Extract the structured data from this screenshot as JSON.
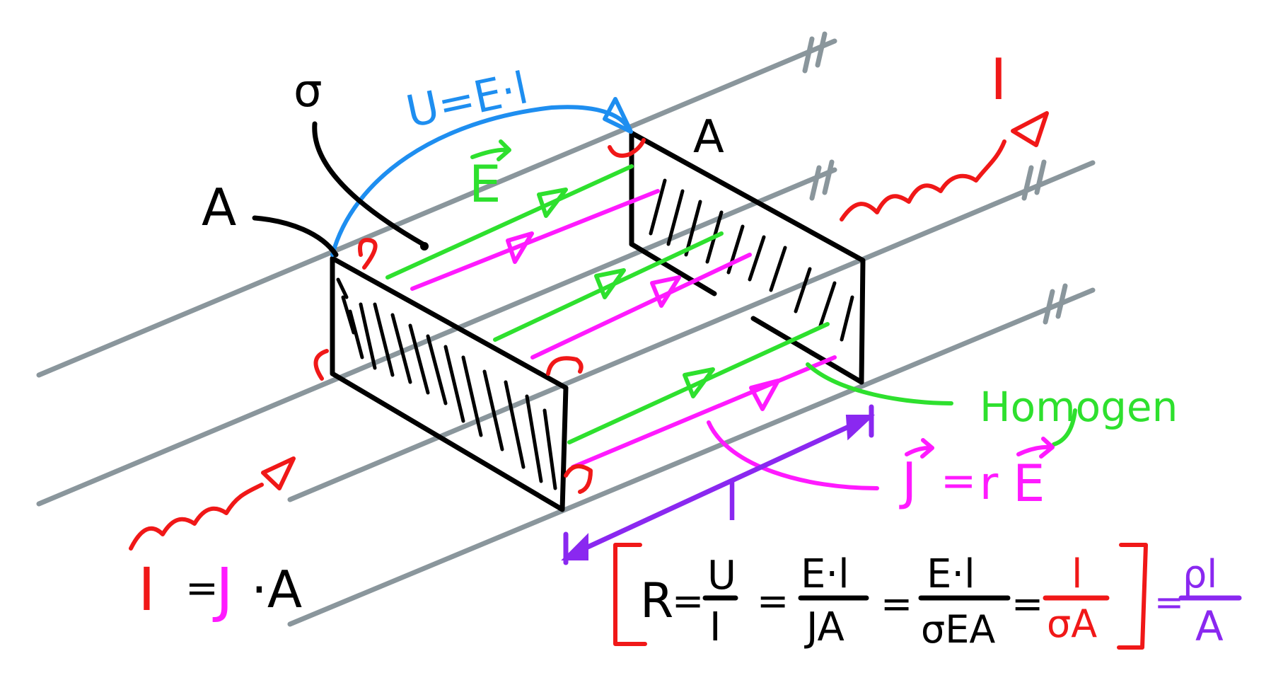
{
  "colors": {
    "background": "#ffffff",
    "rails": "#8a969c",
    "body": "#000000",
    "field_E": "#2ee02e",
    "current_density_J": "#ff1aff",
    "current_I": "#f01818",
    "voltage": "#1e8ef0",
    "length": "#8a28f0"
  },
  "labels": {
    "sigma": "σ",
    "area_left": "A",
    "area_right": "A",
    "voltage": "U=E·l",
    "field": "E",
    "current_top": "I",
    "homogen": "Homogen",
    "ohm_law_J": "J",
    "ohm_law_eq": "=",
    "ohm_law_sigma": "r",
    "ohm_law_E": "E",
    "length": "l",
    "current_I": "I",
    "current_eq": "=",
    "current_J": "J",
    "current_A": "·A"
  },
  "formula": {
    "lhs": "R",
    "eq1": "=",
    "f1_num": "U",
    "f1_den": "I",
    "eq2": "=",
    "f2_num": "E·l",
    "f2_den": "JA",
    "eq3": "=",
    "f3_num": "E·l",
    "f3_den": "σEA",
    "eq4": "=",
    "f4_num": "l",
    "f4_den": "σA",
    "eq5": "=",
    "f5_num": "ρl",
    "f5_den": "A"
  }
}
